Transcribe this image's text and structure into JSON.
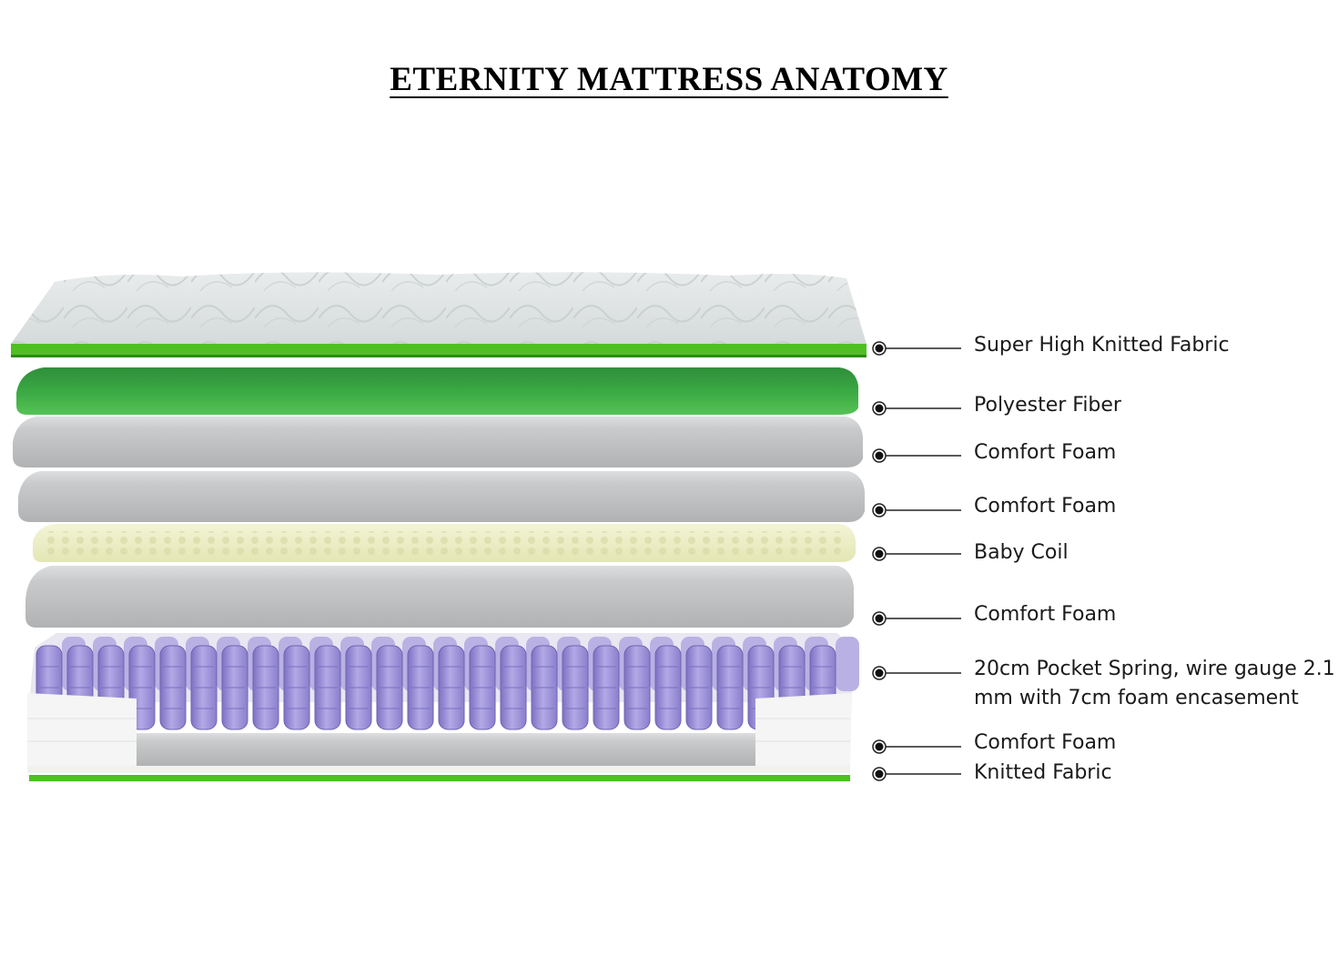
{
  "title": "ETERNITY MATTRESS ANATOMY",
  "colors": {
    "accent_green": "#4fbf22",
    "fiber_green": "#37a63f",
    "foam_gray": "#c2c4c6",
    "baby_coil": "#eef0c8",
    "spring_purple": "#9d92d6"
  },
  "layers": [
    {
      "label": "Super High Knitted Fabric"
    },
    {
      "label": "Polyester Fiber"
    },
    {
      "label": "Comfort Foam"
    },
    {
      "label": "Comfort Foam"
    },
    {
      "label": "Baby Coil"
    },
    {
      "label": "Comfort Foam"
    },
    {
      "label": "20cm Pocket Spring, wire gauge 2.1",
      "label_line2": "mm with 7cm foam encasement"
    },
    {
      "label": "Comfort Foam"
    },
    {
      "label": "Knitted Fabric"
    }
  ]
}
